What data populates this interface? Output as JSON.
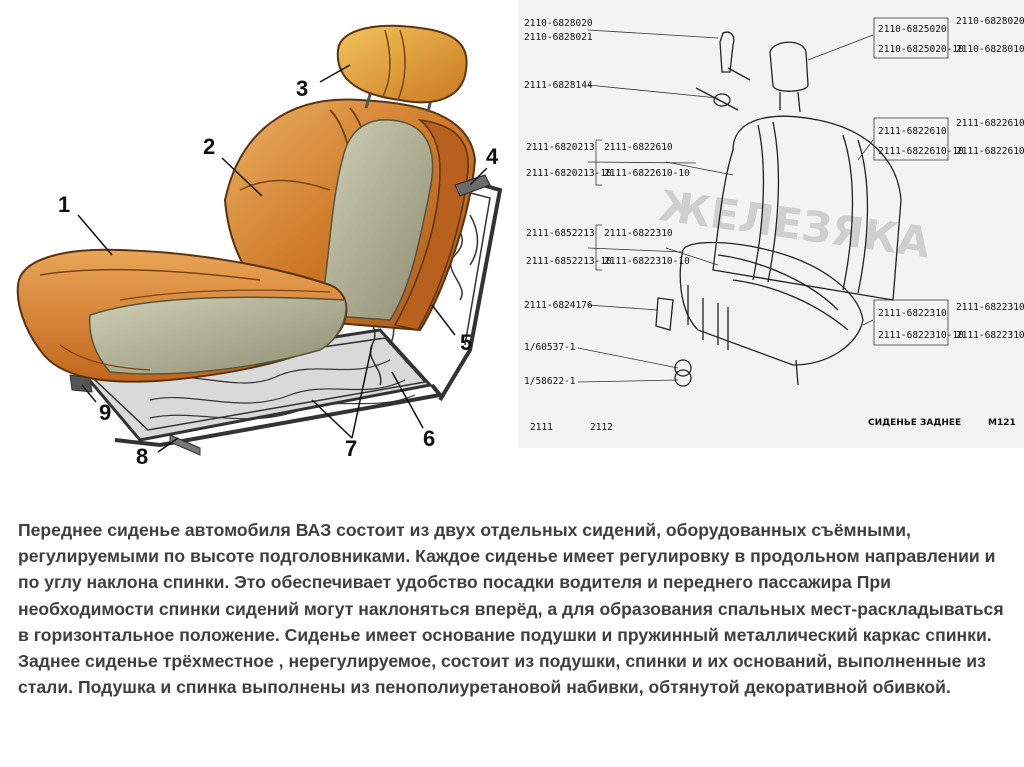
{
  "front_seat": {
    "callouts": [
      "1",
      "2",
      "3",
      "4",
      "5",
      "6",
      "7",
      "8",
      "9"
    ]
  },
  "rear_seat": {
    "part_numbers": {
      "headrest_left": [
        "2110-6828020",
        "2110-6828021"
      ],
      "headrest_right_a": [
        "2110-6825020",
        "2110-6825020-10"
      ],
      "headrest_right_b": [
        "2110-6828020",
        "2110-6828010"
      ],
      "bolt": "2111-6828144",
      "back_frame": [
        "2111-6820213",
        "2111-6820213-10"
      ],
      "back_cover": [
        "2111-6822610",
        "2111-6822610-10"
      ],
      "back_right_a": [
        "2111-6822610",
        "2111-6822610-10"
      ],
      "back_right_b": [
        "2111-6822610",
        "2111-6822610-10"
      ],
      "cushion_frame": [
        "2111-6852213",
        "2111-6852213-10"
      ],
      "cushion_cover": [
        "2111-6822310",
        "2111-6822310-10"
      ],
      "bracket": "2111-6824176",
      "bolt_2": "1/60537-1",
      "nut": "1/58622-1",
      "cushion_right_a": [
        "2111-6822310",
        "2111-6822310-10"
      ],
      "cushion_right_b": [
        "2111-6822310",
        "2111-6822310-10"
      ]
    },
    "model_labels": [
      "2111",
      "2112"
    ],
    "caption": "СИДЕНЬЕ ЗАДНЕЕ",
    "sheet": "М121",
    "watermark": "ЖЕЛЕЗЯКА"
  },
  "description": "Переднее сиденье автомобиля ВАЗ состоит из двух отдельных сидений, оборудованных съёмными, регулируемыми по высоте подголовниками. Каждое сиденье имеет регулировку в продольном направлении и по углу наклона спинки. Это обеспечивает удобство посадки водителя и переднего пассажира При необходимости спинки сидений могут наклоняться вперёд, а для образования спальных мест-раскладываться в горизонтальное положение. Сиденье имеет основание подушки и пружинный металлический каркас спинки. Заднее сиденье трёхместное , нерегулируемое, состоит из подушки, спинки и их оснований, выполненные из стали. Подушка и спинка выполнены из пенополиуретановой набивки, обтянутой декоративной обивкой.",
  "colors": {
    "upholstery": "#c9701f",
    "upholstery_light": "#e6a24a",
    "foam": "#a9a88e",
    "frame": "#9a9a9a",
    "text": "#3f3f3f"
  }
}
